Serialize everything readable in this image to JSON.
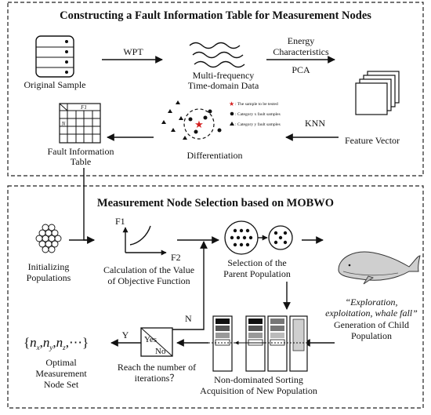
{
  "section1": {
    "title": "Constructing a Fault Information Table for Measurement Nodes",
    "original_sample": "Original Sample",
    "wpt": "WPT",
    "multi_freq_line1": "Multi-frequency",
    "multi_freq_line2": "Time-domain Data",
    "energy_line1": "Energy",
    "energy_line2": "Characteristics",
    "pca": "PCA",
    "feature_vector": "Feature Vector",
    "knn": "KNN",
    "legend_test": ": The sample to be tested",
    "legend_x": ": Category x fault samples",
    "legend_y": ": Category y fault samples",
    "differentiation": "Differentiation",
    "fit_line1": "Fault Information",
    "fit_line2": "Table",
    "table_f1": "F1",
    "table_n": "N"
  },
  "section2": {
    "title": "Measurement Node Selection based on MOBWO",
    "init_line1": "Initializing",
    "init_line2": "Populations",
    "axis_f1": "F1",
    "axis_f2": "F2",
    "calc_line1": "Calculation of the Value",
    "calc_line2": "of  Objective Function",
    "sel_line1": "Selection of the",
    "sel_line2": "Parent Population",
    "child_line1": "“Exploration,",
    "child_line2": "exploitation, whale fall”",
    "child_line3": "Generation of Child",
    "child_line4": "Population",
    "yes": "Yes",
    "no": "No",
    "n_label": "N",
    "y_label": "Y",
    "reach_line1": "Reach the number of",
    "reach_line2": "iterations？",
    "set_open": "{",
    "set_n": "n",
    "set_sub_x": "x",
    "set_sub_y": "y",
    "set_sub_z": "z",
    "set_comma": ",",
    "set_tail": ",⋯}",
    "opt_line1": "Optimal",
    "opt_line2": "Measurement",
    "opt_line3": "Node Set",
    "nds_line1": "Non-dominated Sorting",
    "nds_line2": "Acquisition of New Population"
  },
  "colors": {
    "accent_red": "#d42020",
    "ink": "#111111"
  }
}
